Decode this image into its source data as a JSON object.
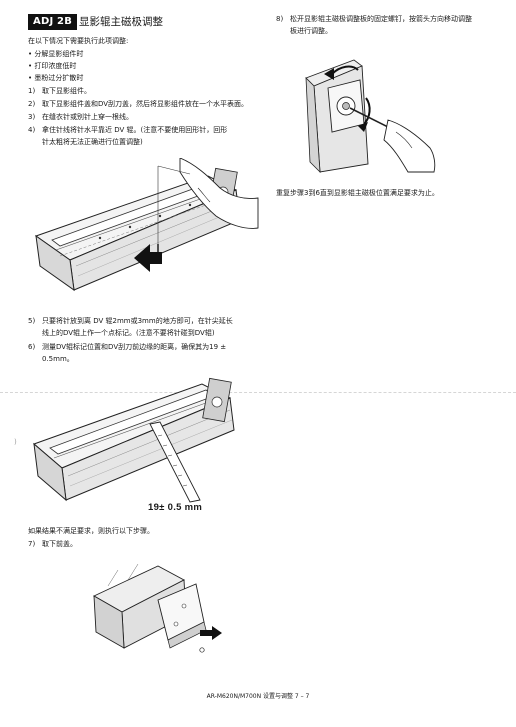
{
  "header": {
    "badge": "ADJ 2B",
    "title": "显影辊主磁极调整"
  },
  "left": {
    "intro": "在以下情况下需要执行此项调整:",
    "bullets": [
      "• 分解显影组件时",
      "• 打印浓度低时",
      "• 墨粉过分扩散时"
    ],
    "steps_a": [
      {
        "num": "1)",
        "lines": [
          "取下显影组件。"
        ]
      },
      {
        "num": "2)",
        "lines": [
          "取下显影组件盖和DV刮刀盖，然后将显影组件放在一个水平表面。"
        ]
      },
      {
        "num": "3)",
        "lines": [
          "在缝衣针或别针上穿一根线。"
        ]
      },
      {
        "num": "4)",
        "lines": [
          "拿住针线将针水平靠近 DV 辊。(注意不要使用回形针，回形",
          "针太粗将无法正确进行位置调整)"
        ]
      }
    ],
    "steps_b": [
      {
        "num": "5)",
        "lines": [
          "只要将针放到离 DV 辊2mm或3mm的地方即可，在针尖延长",
          "线上的DV辊上作一个点标记。(注意不要将针碰到DV辊)"
        ]
      },
      {
        "num": "6)",
        "lines": [
          "测量DV辊标记位置和DV刮刀前边缘的距离，确保其为19 ±",
          "0.5mm。"
        ]
      }
    ],
    "measure_label": "19± 0.5 mm",
    "after_note": "如果结果不满足要求，则执行以下步骤。",
    "step7": {
      "num": "7)",
      "lines": [
        "取下前盖。"
      ]
    }
  },
  "right": {
    "step8": {
      "num": "8)",
      "lines": [
        "松开显影辊主磁极调整板的固定螺钉，按箭头方向移动调整",
        "板进行调整。"
      ]
    },
    "repeat_note": "重复步骤3到6直到显影辊主磁极位置满足要求为止。"
  },
  "footer": "AR-M620N/M700N  设置与调整  7 – 7",
  "margin_mark": ")"
}
